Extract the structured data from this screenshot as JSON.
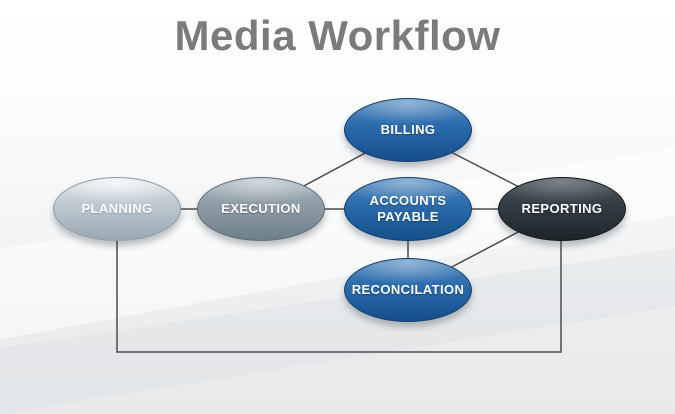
{
  "title": "Media Workflow",
  "colors": {
    "title_text": "#7b7b7b",
    "connector": "#4d4d4d",
    "node_blue": "#2468a9",
    "node_slate": "#8b99a2",
    "node_silver": "#b9c4cc",
    "node_dark": "#2b3338",
    "node_text": "#ffffff",
    "background_top": "#ffffff",
    "background_bottom": "#e7e9eb"
  },
  "nodes": [
    {
      "id": "planning",
      "label": "PLANNING",
      "color": "silver"
    },
    {
      "id": "execution",
      "label": "EXECUTION",
      "color": "slate"
    },
    {
      "id": "billing",
      "label": "BILLING",
      "color": "blue"
    },
    {
      "id": "accounts",
      "label": "ACCOUNTS PAYABLE",
      "color": "blue"
    },
    {
      "id": "reconcilation",
      "label": "RECONCILATION",
      "color": "blue"
    },
    {
      "id": "reporting",
      "label": "REPORTING",
      "color": "dark"
    }
  ],
  "connections": [
    {
      "from": "planning",
      "to": "execution",
      "style": "straight"
    },
    {
      "from": "execution",
      "to": "billing",
      "style": "straight"
    },
    {
      "from": "execution",
      "to": "accounts",
      "style": "straight"
    },
    {
      "from": "billing",
      "to": "reporting",
      "style": "straight"
    },
    {
      "from": "accounts",
      "to": "reporting",
      "style": "straight"
    },
    {
      "from": "accounts",
      "to": "reconcilation",
      "style": "straight"
    },
    {
      "from": "reconcilation",
      "to": "reporting",
      "style": "straight"
    },
    {
      "from": "planning",
      "to": "reporting",
      "style": "bottom-loop"
    }
  ]
}
